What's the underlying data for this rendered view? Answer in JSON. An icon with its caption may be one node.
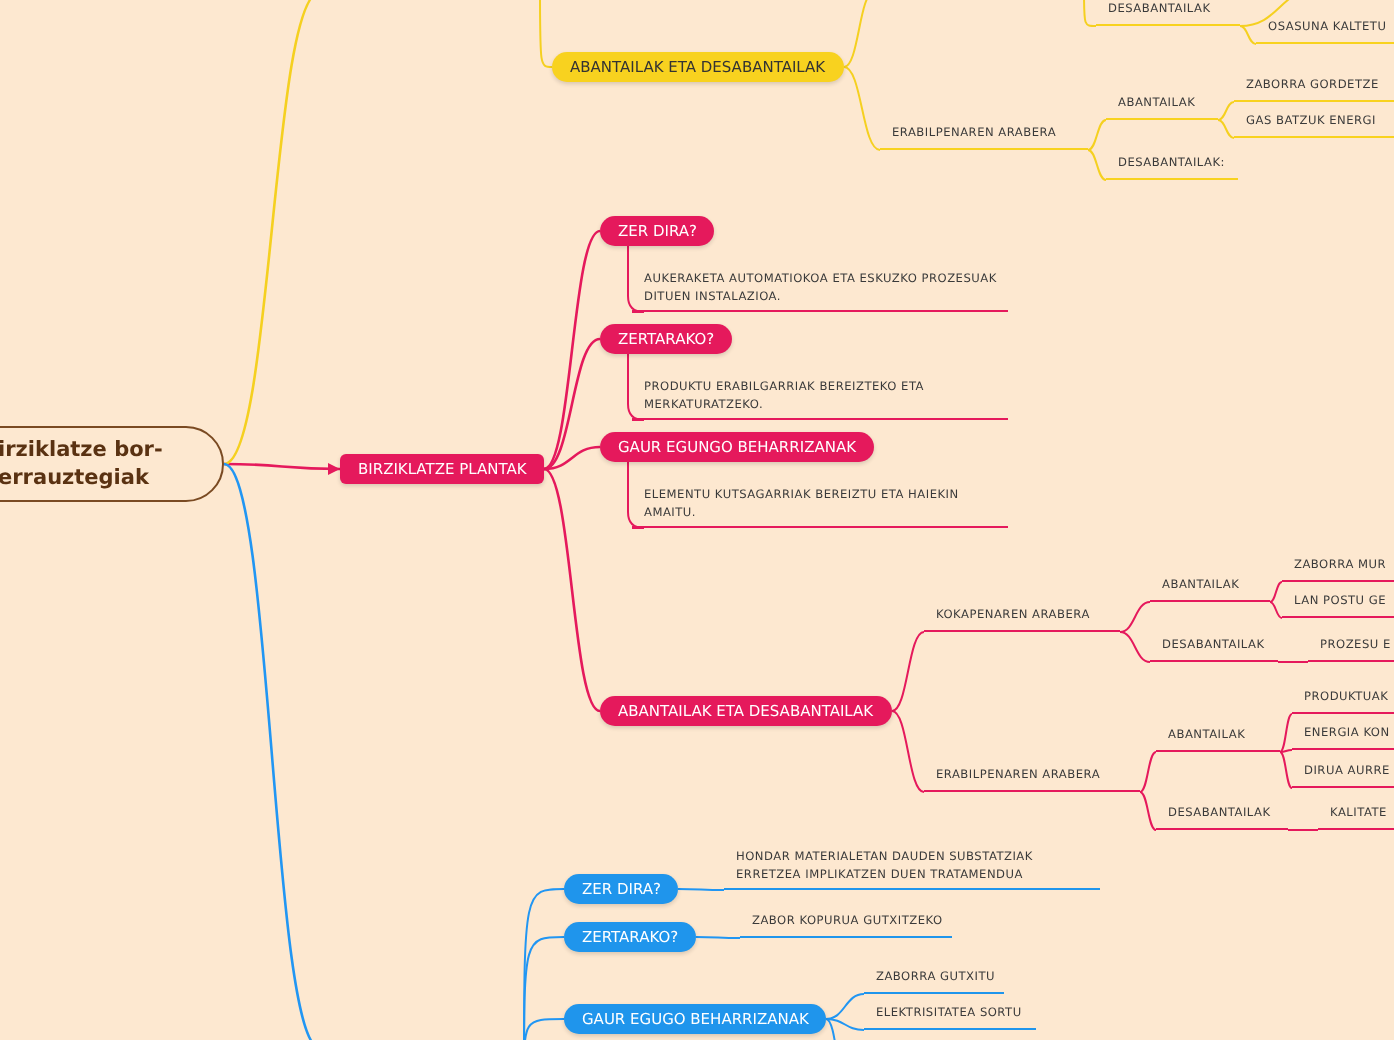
{
  "diagram": {
    "nodes": [
      {
        "text": [
          "irziklatze bor-errauztegiak"
        ]
      },
      {
        "text": [
          "BIRZIKLATZE  PLANTAK"
        ]
      },
      {
        "text": [
          "ZER DIRA?"
        ]
      },
      {
        "text": [
          "AUKERAKETA AUTOMATIOKOA ETA ESKUZKO PROZESUAK DITUEN INSTALAZIOA."
        ]
      },
      {
        "text": [
          "ZERTARAKO?"
        ]
      },
      {
        "text": [
          "PRODUKTU ERABILGARRIAK BEREIZTEKO ETA MERKATURATZEKO."
        ]
      },
      {
        "text": [
          "GAUR EGUNGO BEHARRIZANAK"
        ]
      },
      {
        "text": [
          "ELEMENTU KUTSAGARRIAK BEREIZTU ETA HAIEKIN AMAITU."
        ]
      },
      {
        "text": [
          "ABANTAILAK ETA DESABANTAILAK"
        ]
      },
      {
        "text": [
          "KOKAPENAREN ARABERA"
        ]
      },
      {
        "text": [
          "ABANTAILAK"
        ]
      },
      {
        "text": [
          "ZABORRA MUR"
        ]
      },
      {
        "text": [
          "LAN POSTU GE"
        ]
      },
      {
        "text": [
          "DESABANTAILAK"
        ]
      },
      {
        "text": [
          "PROZESU E"
        ]
      },
      {
        "text": [
          "ERABILPENAREN ARABERA"
        ]
      },
      {
        "text": [
          "ABANTAILAK"
        ]
      },
      {
        "text": [
          "PRODUKTUAK"
        ]
      },
      {
        "text": [
          "ENERGIA KON"
        ]
      },
      {
        "text": [
          "DIRUA AURRE"
        ]
      },
      {
        "text": [
          "DESABANTAILAK"
        ]
      },
      {
        "text": [
          "KALITATE"
        ]
      },
      {
        "text": [
          "DESABANTAILAK"
        ]
      },
      {
        "text": [
          "OSASUNA KALTETU"
        ]
      },
      {
        "text": [
          "ABANTAILAK ETA DESABANTAILAK"
        ]
      },
      {
        "text": [
          "ERABILPENAREN ARABERA"
        ]
      },
      {
        "text": [
          "ABANTAILAK"
        ]
      },
      {
        "text": [
          "ZABORRA GORDETZE"
        ]
      },
      {
        "text": [
          "GAS BATZUK ENERGI"
        ]
      },
      {
        "text": [
          "DESABANTAILAK:"
        ]
      },
      {
        "text": [
          "ZER DIRA?"
        ]
      },
      {
        "text": [
          "HONDAR MATERIALETAN DAUDEN SUBSTATZIAK ERRETZEA IMPLIKATZEN DUEN TRATAMENDUA"
        ]
      },
      {
        "text": [
          "ZERTARAKO?"
        ]
      },
      {
        "text": [
          "ZABOR KOPURUA GUTXITZEKO"
        ]
      },
      {
        "text": [
          "GAUR EGUGO BEHARRIZANAK"
        ]
      },
      {
        "text": [
          "ZABORRA GUTXITU"
        ]
      },
      {
        "text": [
          "ELEKTRISITATEA SORTU"
        ]
      }
    ],
    "edges": [
      {
        "from": 0,
        "to": 1,
        "arrow": "to"
      },
      {
        "from": 0,
        "to": null,
        "arrow": "none",
        "color": "#f5d020"
      },
      {
        "from": 0,
        "to": null,
        "arrow": "none",
        "color": "#2196f3"
      },
      {
        "from": 1,
        "to": 2,
        "arrow": "none"
      },
      {
        "from": 1,
        "to": 4,
        "arrow": "none"
      },
      {
        "from": 1,
        "to": 6,
        "arrow": "none"
      },
      {
        "from": 1,
        "to": 8,
        "arrow": "none"
      },
      {
        "from": 2,
        "to": 3,
        "arrow": "none"
      },
      {
        "from": 4,
        "to": 5,
        "arrow": "none"
      },
      {
        "from": 6,
        "to": 7,
        "arrow": "none"
      },
      {
        "from": 8,
        "to": 9,
        "arrow": "none"
      },
      {
        "from": 8,
        "to": 15,
        "arrow": "none"
      },
      {
        "from": 9,
        "to": 10,
        "arrow": "none"
      },
      {
        "from": 9,
        "to": 13,
        "arrow": "none"
      },
      {
        "from": 10,
        "to": 11,
        "arrow": "none"
      },
      {
        "from": 10,
        "to": 12,
        "arrow": "none"
      },
      {
        "from": 13,
        "to": 14,
        "arrow": "none"
      },
      {
        "from": 15,
        "to": 16,
        "arrow": "none"
      },
      {
        "from": 15,
        "to": 20,
        "arrow": "none"
      },
      {
        "from": 16,
        "to": 17,
        "arrow": "none"
      },
      {
        "from": 16,
        "to": 18,
        "arrow": "none"
      },
      {
        "from": 16,
        "to": 19,
        "arrow": "none"
      },
      {
        "from": 20,
        "to": 21,
        "arrow": "none"
      },
      {
        "from": null,
        "to": 22,
        "arrow": "none",
        "color": "#f5d020"
      },
      {
        "from": 22,
        "to": null,
        "arrow": "none",
        "color": "#f5d020"
      },
      {
        "from": 22,
        "to": 23,
        "arrow": "none",
        "color": "#f5d020"
      },
      {
        "from": null,
        "to": 24,
        "arrow": "none",
        "color": "#f5d020"
      },
      {
        "from": 24,
        "to": null,
        "arrow": "none",
        "color": "#f5d020"
      },
      {
        "from": 24,
        "to": 25,
        "arrow": "none",
        "color": "#f5d020"
      },
      {
        "from": 25,
        "to": 26,
        "arrow": "none",
        "color": "#f5d020"
      },
      {
        "from": 25,
        "to": 29,
        "arrow": "none",
        "color": "#f5d020"
      },
      {
        "from": 26,
        "to": 27,
        "arrow": "none",
        "color": "#f5d020"
      },
      {
        "from": 26,
        "to": 28,
        "arrow": "none",
        "color": "#f5d020"
      },
      {
        "from": null,
        "to": 30,
        "arrow": "none",
        "color": "#2196f3"
      },
      {
        "from": null,
        "to": 32,
        "arrow": "none",
        "color": "#2196f3"
      },
      {
        "from": null,
        "to": 34,
        "arrow": "none",
        "color": "#2196f3"
      },
      {
        "from": 30,
        "to": 31,
        "arrow": "none",
        "color": "#2196f3"
      },
      {
        "from": 32,
        "to": 33,
        "arrow": "none",
        "color": "#2196f3"
      },
      {
        "from": 34,
        "to": 35,
        "arrow": "none",
        "color": "#2196f3"
      },
      {
        "from": 34,
        "to": 36,
        "arrow": "none",
        "color": "#2196f3"
      },
      {
        "from": 34,
        "to": null,
        "arrow": "none",
        "color": "#2196f3"
      }
    ]
  }
}
